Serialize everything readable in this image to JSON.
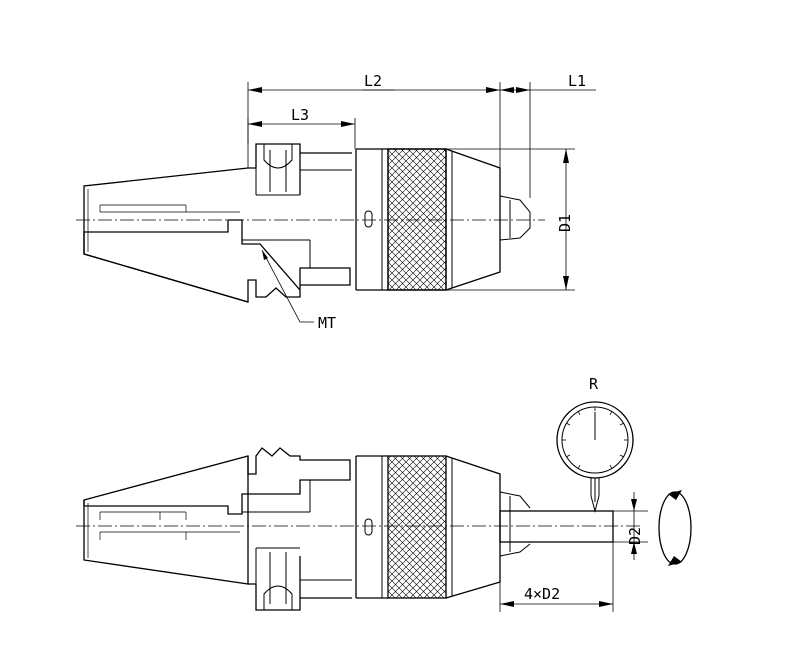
{
  "labels": {
    "l1": "L1",
    "l2": "L2",
    "l3": "L3",
    "d1": "D1",
    "mt": "MT",
    "r": "R",
    "d2": "D2",
    "four_d2": "4×D2"
  },
  "colors": {
    "line": "#000000",
    "background": "#ffffff"
  }
}
